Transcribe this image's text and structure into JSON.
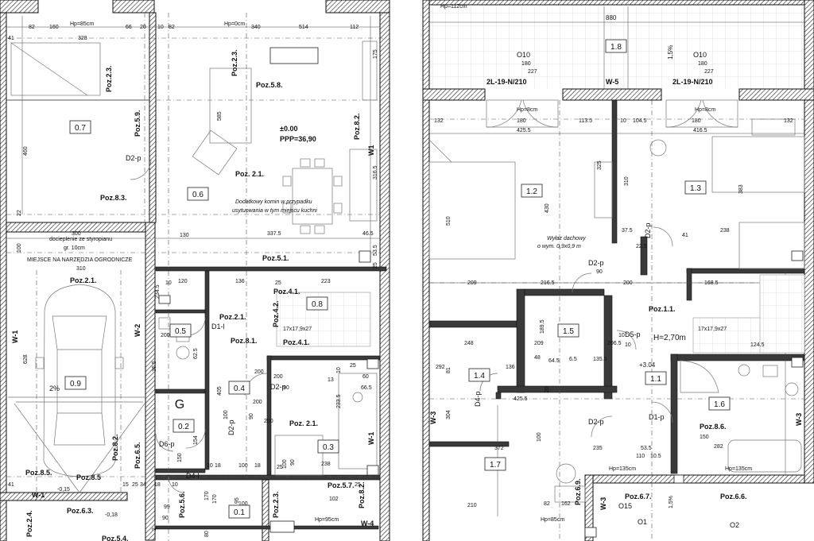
{
  "ground_floor": {
    "header": {
      "hp": "Hp=85cm",
      "hp0": "Hp=0cm"
    },
    "dims_top": [
      "82",
      "160",
      "66",
      "20",
      "10",
      "82",
      "340",
      "514",
      "112",
      "328",
      "41"
    ],
    "dims_right": [
      "175",
      "585",
      "316.5",
      "46.5",
      "53.5",
      "25"
    ],
    "dims_left": [
      "460",
      "22",
      "100",
      "628",
      "36.5",
      "41"
    ],
    "rooms": [
      {
        "num": "0.7"
      },
      {
        "num": "0.6"
      },
      {
        "num": "0.9"
      },
      {
        "num": "0.5"
      },
      {
        "num": "0.4"
      },
      {
        "num": "0.8"
      },
      {
        "num": "0.2"
      },
      {
        "num": "0.3"
      },
      {
        "num": "0.1"
      },
      {
        "num": "G"
      }
    ],
    "level": "±0.00",
    "ppp": "PPP=36,90",
    "chimney_note_1": "Dodatkowy komin w przypadku",
    "chimney_note_2": "usytuowania w tym miejscu kuchni",
    "garage_note_1": "docieplenie ze styropianu",
    "garage_note_2": "gr. 10cm",
    "garage_note_3": "MIEJSCE NA NARZĘDZIA OGRODNICZE",
    "stairs": "17x17,9x27",
    "slope": "2%",
    "elev_1": "-0,15",
    "elev_2": "-0,18",
    "hp95": "Hp=95cm",
    "tags": [
      "Poz.2.3.",
      "Poz.5.9.",
      "Poz.2.3.",
      "Poz.5.8.",
      "Poz.8.2.",
      "Poz. 2.1.",
      "Poz.8.3.",
      "Poz.5.1.",
      "Poz.2.1.",
      "Poz.4.1.",
      "Poz.2.1.",
      "Poz.4.2.",
      "Poz.8.1.",
      "Poz.4.1.",
      "Poz. 2.1.",
      "Poz.8.2.",
      "Poz.6.5.",
      "Poz.8.5.",
      "Poz.8.5",
      "Poz.5.6.",
      "Poz.2.3.",
      "Poz.5.7.",
      "Poz.8.2.",
      "Poz.6.3.",
      "Poz.2.4.",
      "Poz.5.4."
    ],
    "walls": [
      "W-1",
      "W-2",
      "W-1",
      "W1",
      "W-1",
      "W-1",
      "W-4"
    ],
    "doors": [
      "D2-p",
      "D1-l",
      "D2-p",
      "D2-p",
      "D6-p",
      "D4-l"
    ],
    "extra_dims": [
      "300",
      "130",
      "337.5",
      "310",
      "120",
      "10",
      "136",
      "223",
      "25",
      "234.5",
      "200",
      "62.5",
      "405",
      "100",
      "90",
      "200",
      "154",
      "150",
      "10",
      "18",
      "100",
      "18",
      "25",
      "238",
      "10",
      "200",
      "25",
      "60",
      "66.5",
      "233.5",
      "170",
      "100",
      "102",
      "25",
      "15",
      "25",
      "34",
      "18",
      "99",
      "10",
      "170",
      "90",
      "2",
      "80",
      "90",
      "100",
      "13",
      "95",
      "200",
      "90",
      "200"
    ]
  },
  "upper_floor": {
    "header": {
      "hp": "Hp=112cm"
    },
    "top_dim": "880",
    "terrace": "1.8",
    "slope": "1,5%",
    "skylights": [
      "O10",
      "O10"
    ],
    "skylight_sizes": [
      "180",
      "227",
      "180",
      "227"
    ],
    "lintel_left": "2L-19-N/210",
    "lintel_mid": "W-5",
    "lintel_right": "2L-19-N/210",
    "rooms": [
      {
        "num": "1.2"
      },
      {
        "num": "1.3"
      },
      {
        "num": "1.5"
      },
      {
        "num": "1.4"
      },
      {
        "num": "1.1"
      },
      {
        "num": "1.6"
      },
      {
        "num": "1.7"
      }
    ],
    "hp8": "Hp=8cm",
    "hp8b": "Hp=8cm",
    "hp135": "Hp=135cm",
    "hp135b": "Hp=135cm",
    "hp85": "Hp=85cm",
    "hatch_note_1": "Wyłaz dachowy",
    "hatch_note_2": "o wym. 0,9x0,9 m",
    "ceiling": "H=2,70m",
    "level": "+3.04",
    "stairs": "17x17,9x27",
    "tags": [
      "Poz.1.1.",
      "Poz.8.6.",
      "Poz.6.9.",
      "Poz.6.7.",
      "Poz.6.6."
    ],
    "walls": [
      "W-3",
      "W-3",
      "W-3"
    ],
    "doors": [
      "D2-p",
      "D2-p",
      "D5-p",
      "D4-p",
      "D2-p",
      "D1-p"
    ],
    "windows": [
      "O15",
      "O1",
      "O2"
    ],
    "extra_dims": [
      "132",
      "180",
      "113.5",
      "10",
      "104.5",
      "180",
      "132",
      "425.5",
      "416.5",
      "310",
      "325",
      "383",
      "430",
      "510",
      "37.5",
      "22.5",
      "41",
      "238",
      "209",
      "216.5",
      "90",
      "200",
      "168.5",
      "248",
      "209",
      "206.5",
      "124.5",
      "292",
      "81",
      "136",
      "48",
      "64.5",
      "6.5",
      "135.5",
      "20",
      "10",
      "189.5",
      "10",
      "425.5",
      "304",
      "372",
      "100",
      "150",
      "282",
      "235",
      "53.5",
      "110",
      "10.5",
      "82",
      "162",
      "210",
      "1,5%"
    ]
  }
}
